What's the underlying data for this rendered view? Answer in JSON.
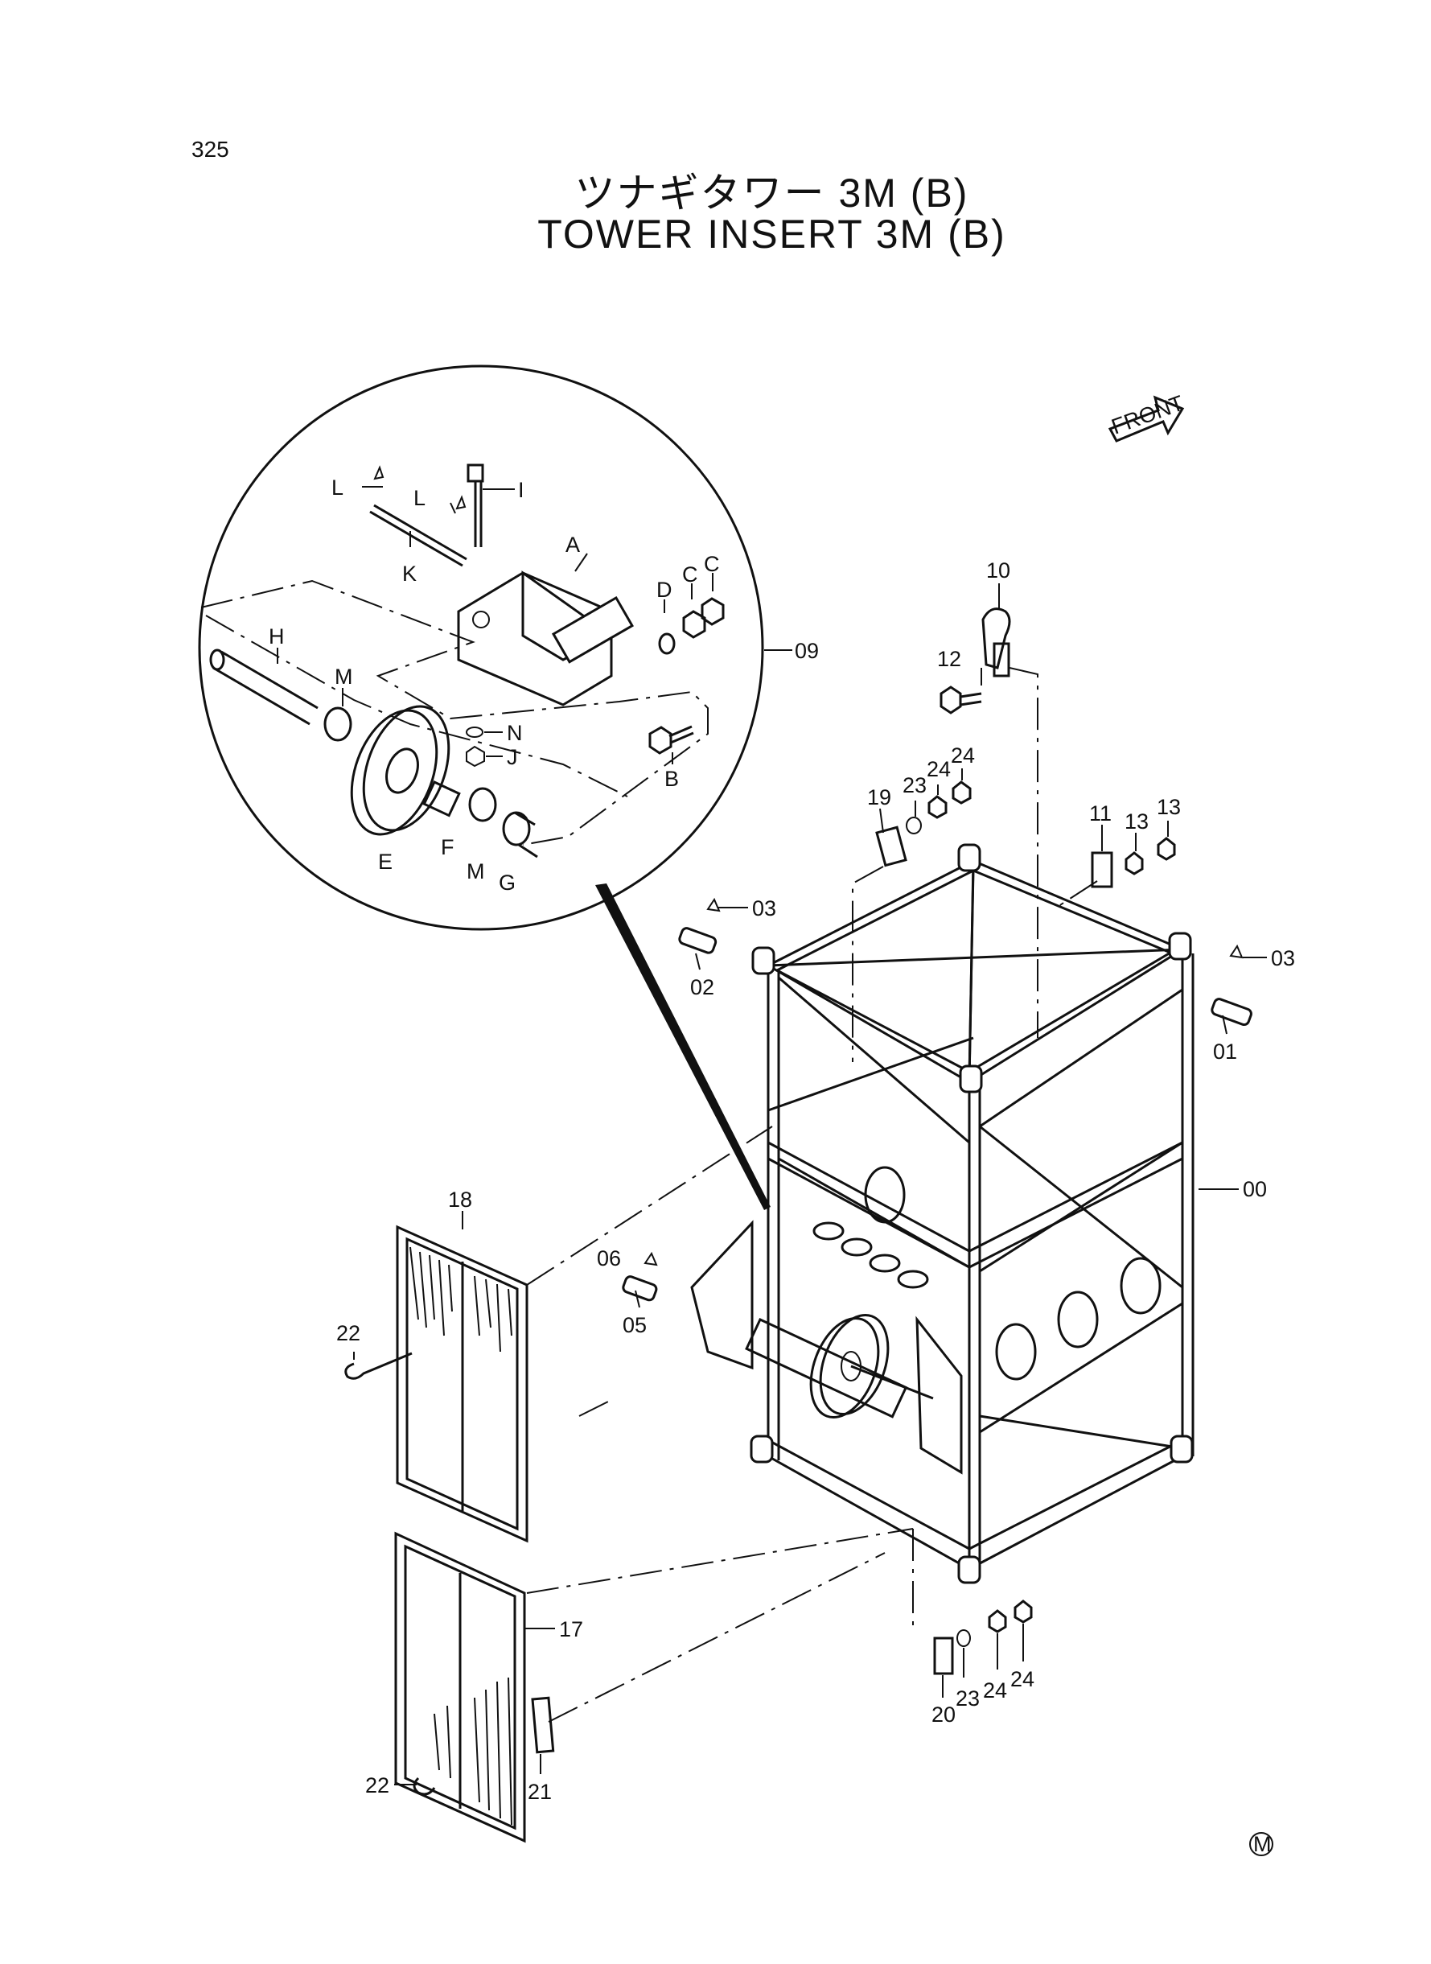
{
  "page": {
    "number": "325",
    "title_jp": "ツナギタワー 3M (B)",
    "title_en": "TOWER INSERT 3M (B)"
  },
  "front_tag": "FRONT",
  "mark": "M",
  "callouts": {
    "c00": "00",
    "c01": "01",
    "c02": "02",
    "c03a": "03",
    "c03b": "03",
    "c05": "05",
    "c06": "06",
    "c09": "09",
    "c10": "10",
    "c11": "11",
    "c12": "12",
    "c13a": "13",
    "c13b": "13",
    "c17": "17",
    "c18": "18",
    "c19": "19",
    "c20": "20",
    "c21": "21",
    "c22a": "22",
    "c22b": "22",
    "c23a": "23",
    "c23b": "23",
    "c24a": "24",
    "c24b": "24",
    "c24c": "24",
    "c24d": "24",
    "cA": "A",
    "cB": "B",
    "cC1": "C",
    "cC2": "C",
    "cD": "D",
    "cE": "E",
    "cF": "F",
    "cG": "G",
    "cH": "H",
    "cI": "I",
    "cJ": "J",
    "cK": "K",
    "cL1": "L",
    "cL2": "L",
    "cM1": "M",
    "cM2": "M",
    "cN": "N"
  }
}
